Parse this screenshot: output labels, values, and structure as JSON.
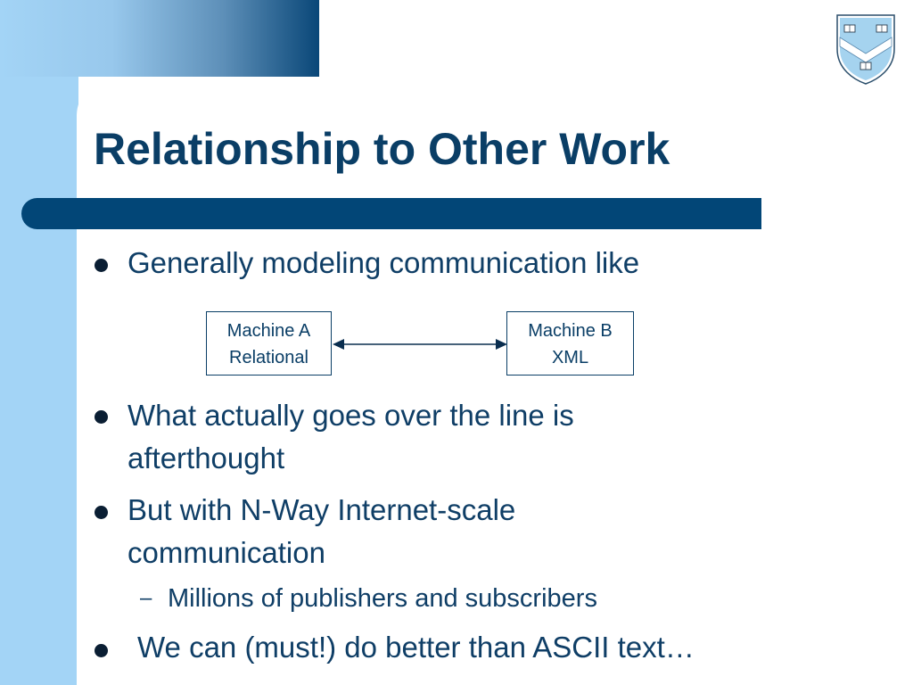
{
  "slide": {
    "title": "Relationship to Other Work",
    "bullets": [
      "Generally modeling communication like",
      "What actually goes over the line is",
      "afterthought",
      "But with N-Way Internet-scale",
      "communication",
      "We can (must!) do better than ASCII text…"
    ],
    "subbullets": [
      "Millions of publishers and subscribers"
    ],
    "diagram": {
      "box_a": {
        "line1": "Machine A",
        "line2": "Relational"
      },
      "box_b": {
        "line1": "Machine B",
        "line2": "XML"
      }
    }
  },
  "colors": {
    "title": "#0a3e66",
    "accent_bar": "#024677",
    "light_blue": "#a3d4f6",
    "text": "#0f3e66"
  },
  "icons": {
    "crest": "university-shield-crest-icon"
  }
}
